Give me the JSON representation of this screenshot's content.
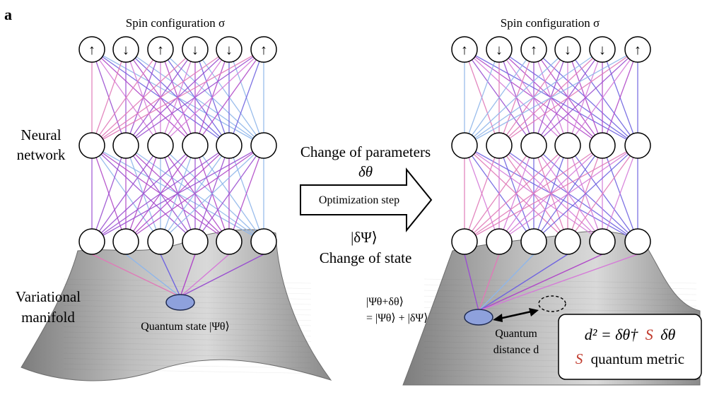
{
  "panel_label": "a",
  "left": {
    "spin_title": "Spin configuration σ",
    "spins": [
      "↑",
      "↓",
      "↑",
      "↓",
      "↓",
      "↑"
    ],
    "side_label_nn": [
      "Neural",
      "network"
    ],
    "side_label_vm": [
      "Variational",
      "manifold"
    ],
    "quantum_state_label": "Quantum state |Ψθ⟩"
  },
  "middle": {
    "change_params": "Change of parameters",
    "delta_theta": "δθ",
    "arrow_label": "Optimization step",
    "delta_psi": "|δΨ⟩",
    "change_state": "Change of state"
  },
  "right": {
    "spin_title": "Spin configuration σ",
    "spins": [
      "↑",
      "↓",
      "↑",
      "↓",
      "↓",
      "↑"
    ],
    "new_state_line1": "|Ψθ+δθ⟩",
    "new_state_line2": "= |Ψθ⟩ + |δΨ⟩",
    "distance_line1": "Quantum",
    "distance_line2": "distance d",
    "metric_box": {
      "eq_lhs": "d² = δθ†",
      "eq_S": "S",
      "eq_rhs": "δθ",
      "metric_S": "S",
      "metric_text": "quantum metric"
    }
  },
  "colors": {
    "edge_palette": [
      "#d57bd8",
      "#b048c8",
      "#6f63e0",
      "#8fb6ea",
      "#e07ab8",
      "#9a4fd0"
    ],
    "state_fill": "#8ea1dc",
    "manifold_light": "#c8c8c8",
    "manifold_dark": "#7a7a7a",
    "accent_red": "#c0392b"
  }
}
